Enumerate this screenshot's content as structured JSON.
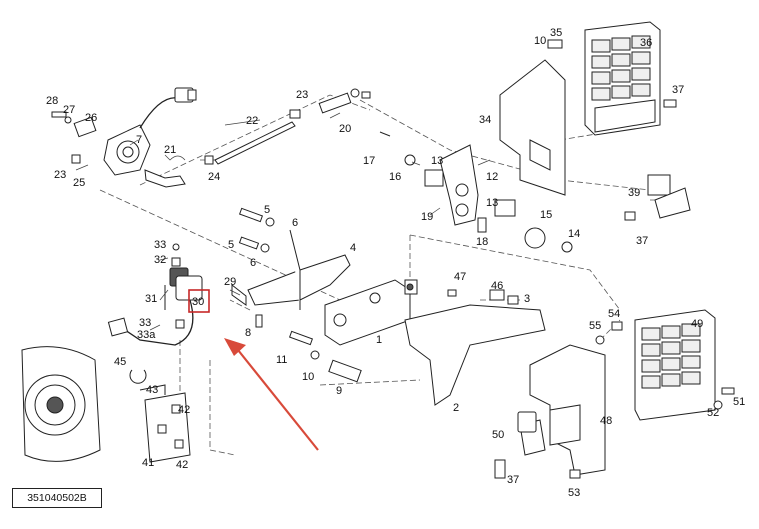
{
  "drawing_number": "351040502B",
  "highlight": {
    "label": "30",
    "color": "#c62828"
  },
  "arrow_color": "#d84a3a",
  "callouts": {
    "c1": "1",
    "c2": "2",
    "c3": "3",
    "c4": "4",
    "c5a": "5",
    "c5b": "5",
    "c6a": "6",
    "c6b": "6",
    "c7": "7",
    "c8": "8",
    "c9": "9",
    "c10a": "10",
    "c10b": "10",
    "c11": "11",
    "c12": "12",
    "c13a": "13",
    "c13b": "13",
    "c14": "14",
    "c15": "15",
    "c16": "16",
    "c17": "17",
    "c18": "18",
    "c19": "19",
    "c20": "20",
    "c21": "21",
    "c22": "22",
    "c23a": "23",
    "c23b": "23",
    "c24": "24",
    "c25": "25",
    "c26": "26",
    "c27": "27",
    "c28": "28",
    "c29": "29",
    "c31": "31",
    "c32": "32",
    "c33a": "33",
    "c33b": "33",
    "c33c": "33a",
    "c34": "34",
    "c35": "35",
    "c36": "36",
    "c37a": "37",
    "c37b": "37",
    "c37c": "37",
    "c39": "39",
    "c41": "41",
    "c42a": "42",
    "c42b": "42",
    "c43": "43",
    "c45": "45",
    "c46": "46",
    "c47": "47",
    "c48": "48",
    "c49": "49",
    "c50": "50",
    "c51": "51",
    "c52": "52",
    "c53": "53",
    "c54": "54",
    "c55": "55"
  }
}
